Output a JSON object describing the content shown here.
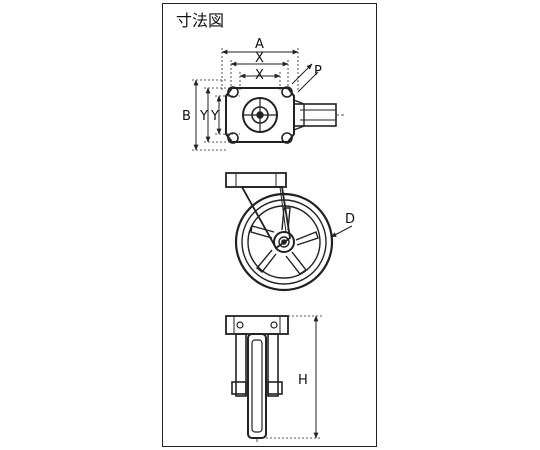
{
  "title": "寸法図",
  "labels": {
    "A": "A",
    "X1": "X",
    "X2": "X",
    "P": "P",
    "B": "B",
    "Y1": "Y",
    "Y2": "Y",
    "D": "D",
    "H": "H"
  },
  "colors": {
    "line": "#222222",
    "wheel": "#333333"
  }
}
